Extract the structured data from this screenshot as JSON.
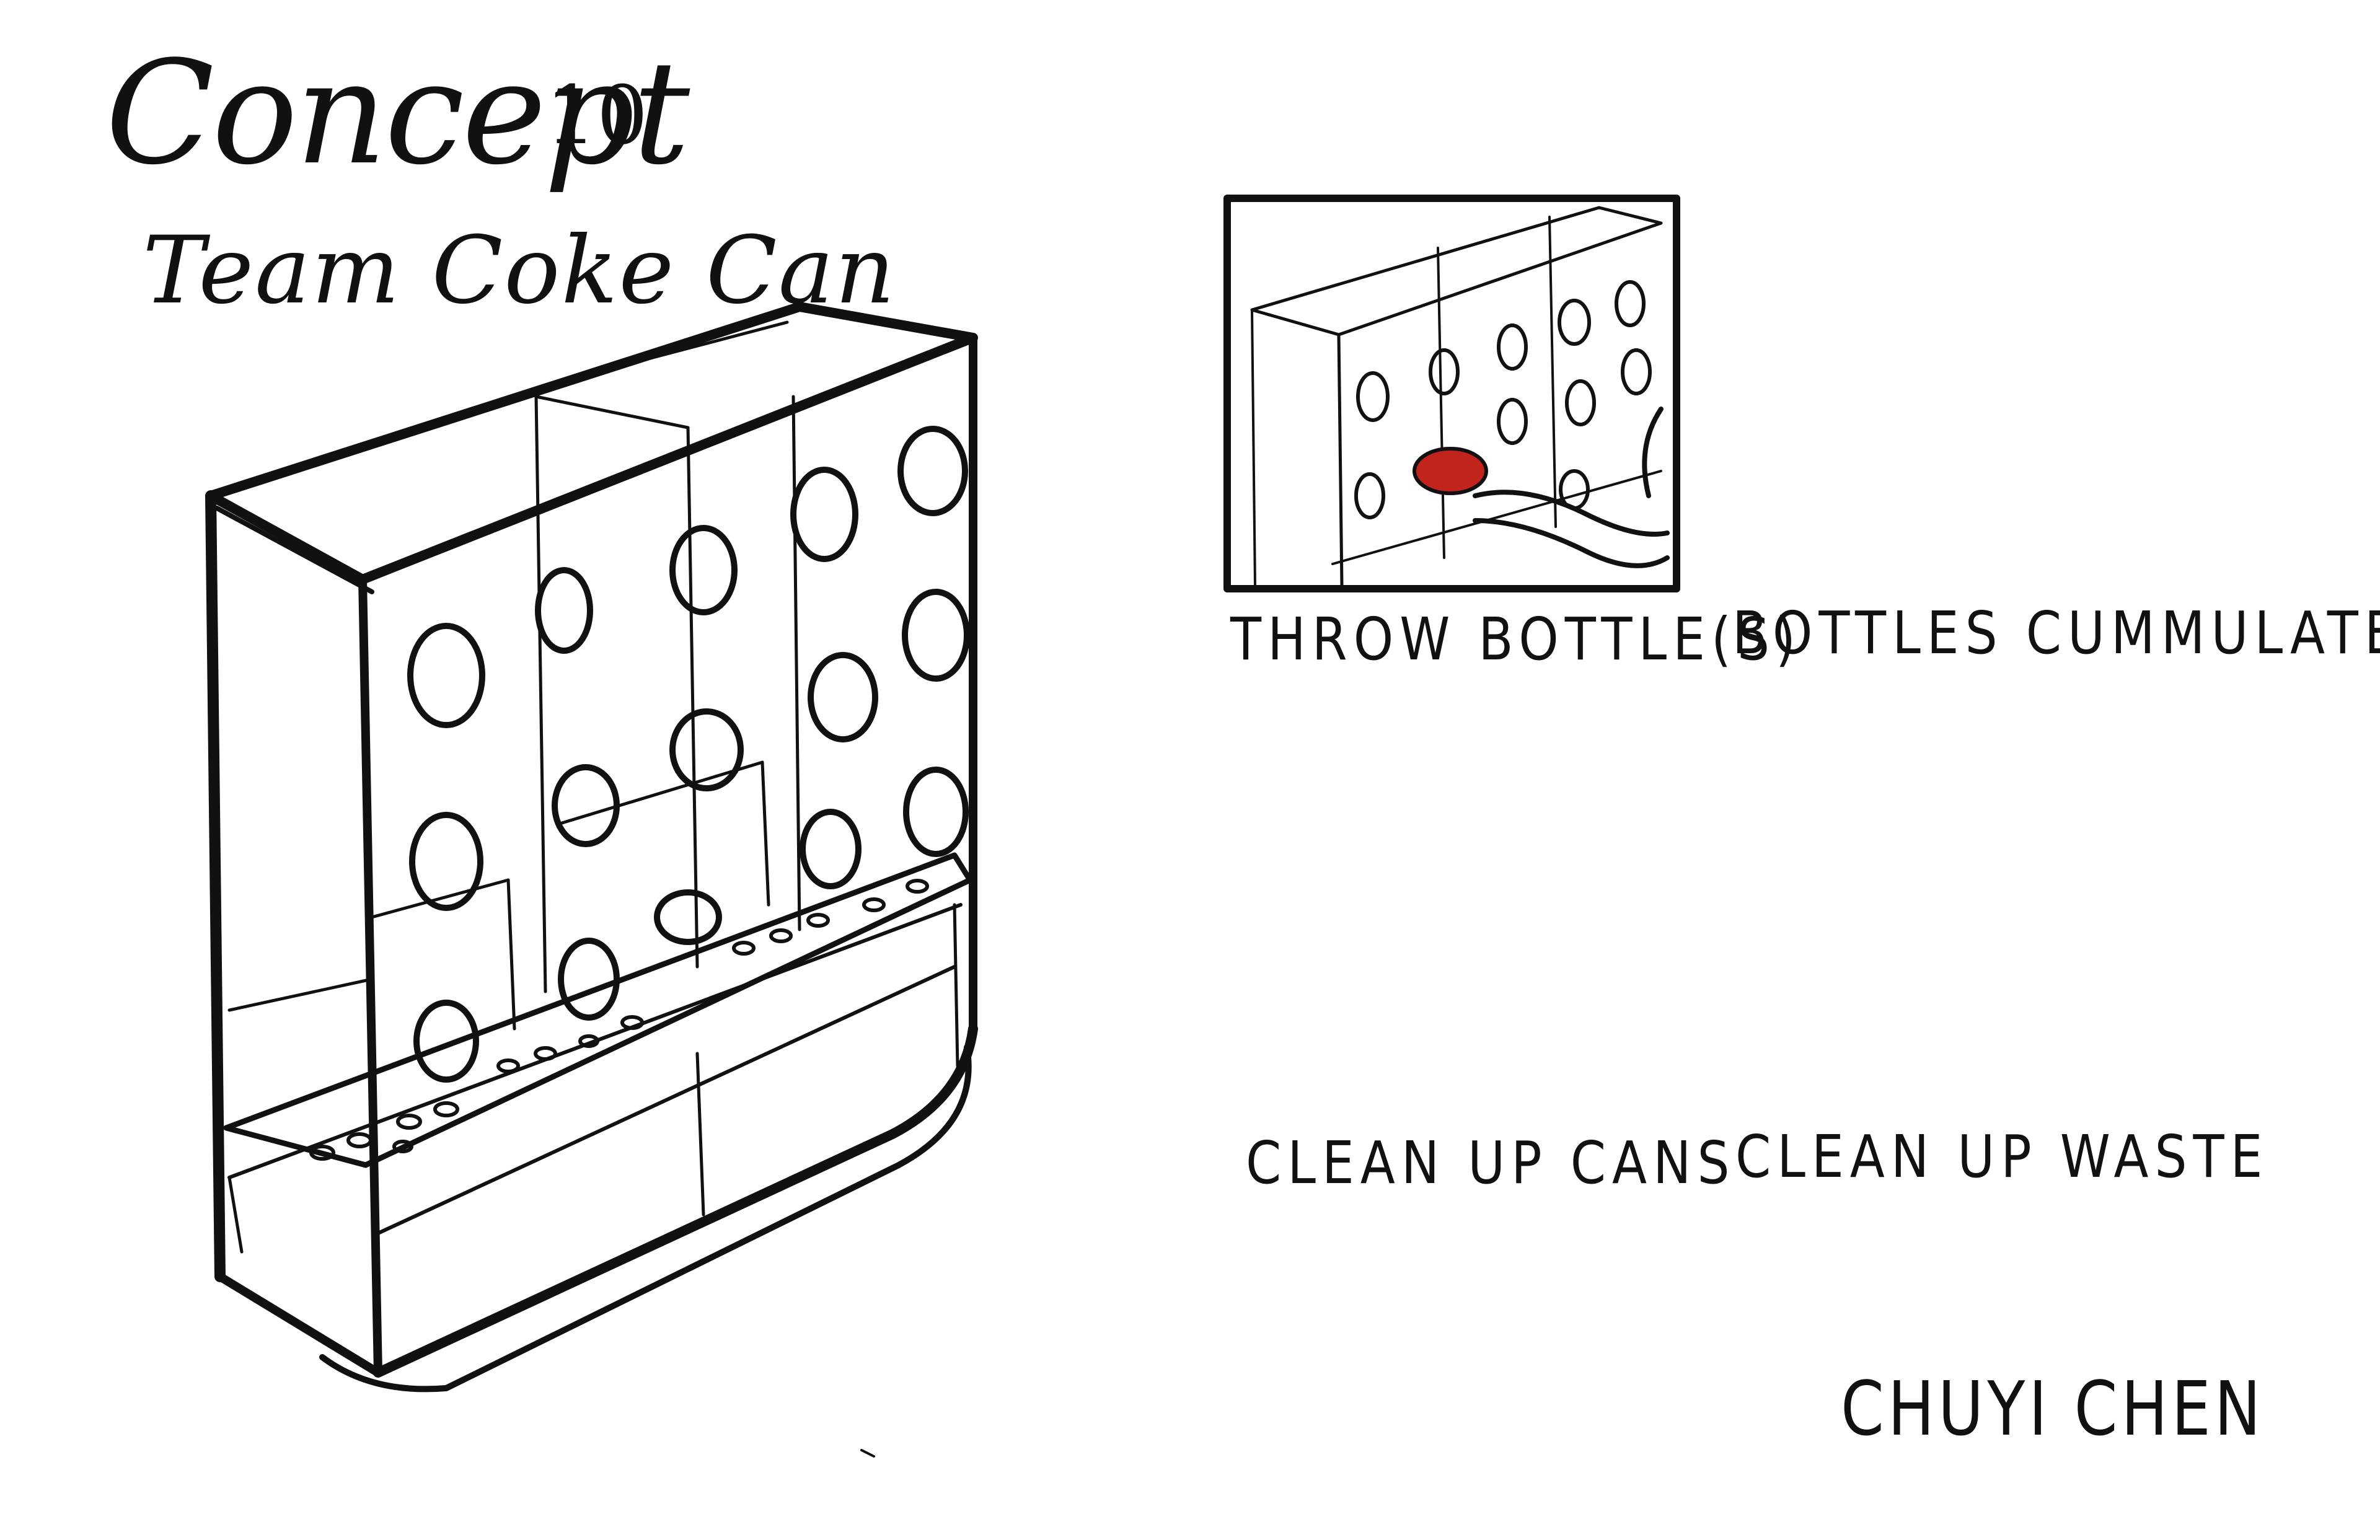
{
  "title": "Concept",
  "concept_number": "10",
  "subtitle": "Team Coke Can",
  "storyboard": [
    {
      "caption": "THROW BOTTLE(S)"
    },
    {
      "caption": "BOTTLES CUMMULATE"
    },
    {
      "caption": "CLEAN UP CANS"
    },
    {
      "caption": "CLEAN UP WASTE"
    }
  ],
  "author": "CHUYI CHEN",
  "colors": {
    "ink": "#111111",
    "red_can": "#c0241c",
    "blue_bottle": "#2a56c8",
    "green_bottle": "#2f8f3a",
    "clear_bottle": "#9fc7e6"
  }
}
